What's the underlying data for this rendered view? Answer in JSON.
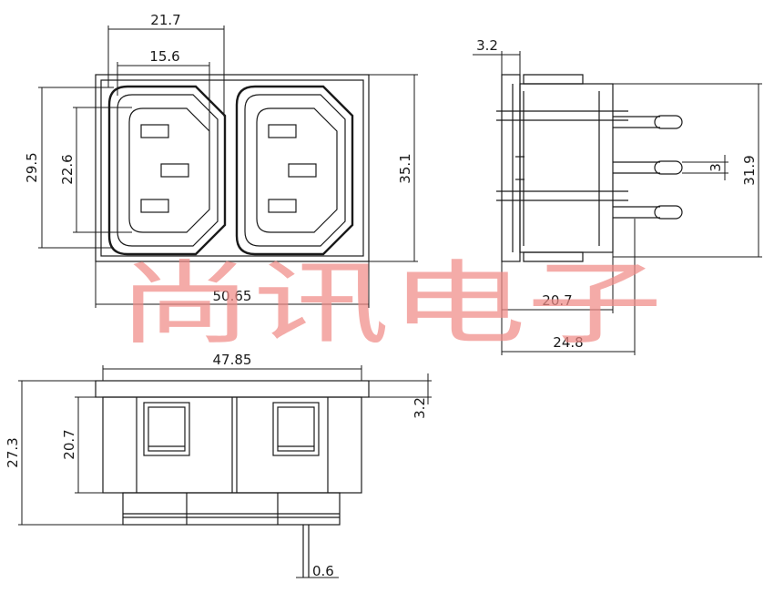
{
  "front_view": {
    "width_overall": "21.7",
    "width_inner": "15.6",
    "height_outer": "29.5",
    "height_inner": "22.6",
    "height_overall": "35.1",
    "length_overall": "50.65"
  },
  "side_view": {
    "flange_thickness": "3.2",
    "terminal_pitch": "3",
    "height_overall": "31.9",
    "depth_body": "20.7",
    "depth_overall": "24.8"
  },
  "bottom_view": {
    "cutout_width": "47.85",
    "flange_thickness": "3.2",
    "body_height": "20.7",
    "height_overall": "27.3",
    "terminal_thickness": "0.6"
  },
  "watermark": "尚讯电子",
  "colors": {
    "line": "#1a1a1a",
    "watermark": "#f08a86"
  }
}
